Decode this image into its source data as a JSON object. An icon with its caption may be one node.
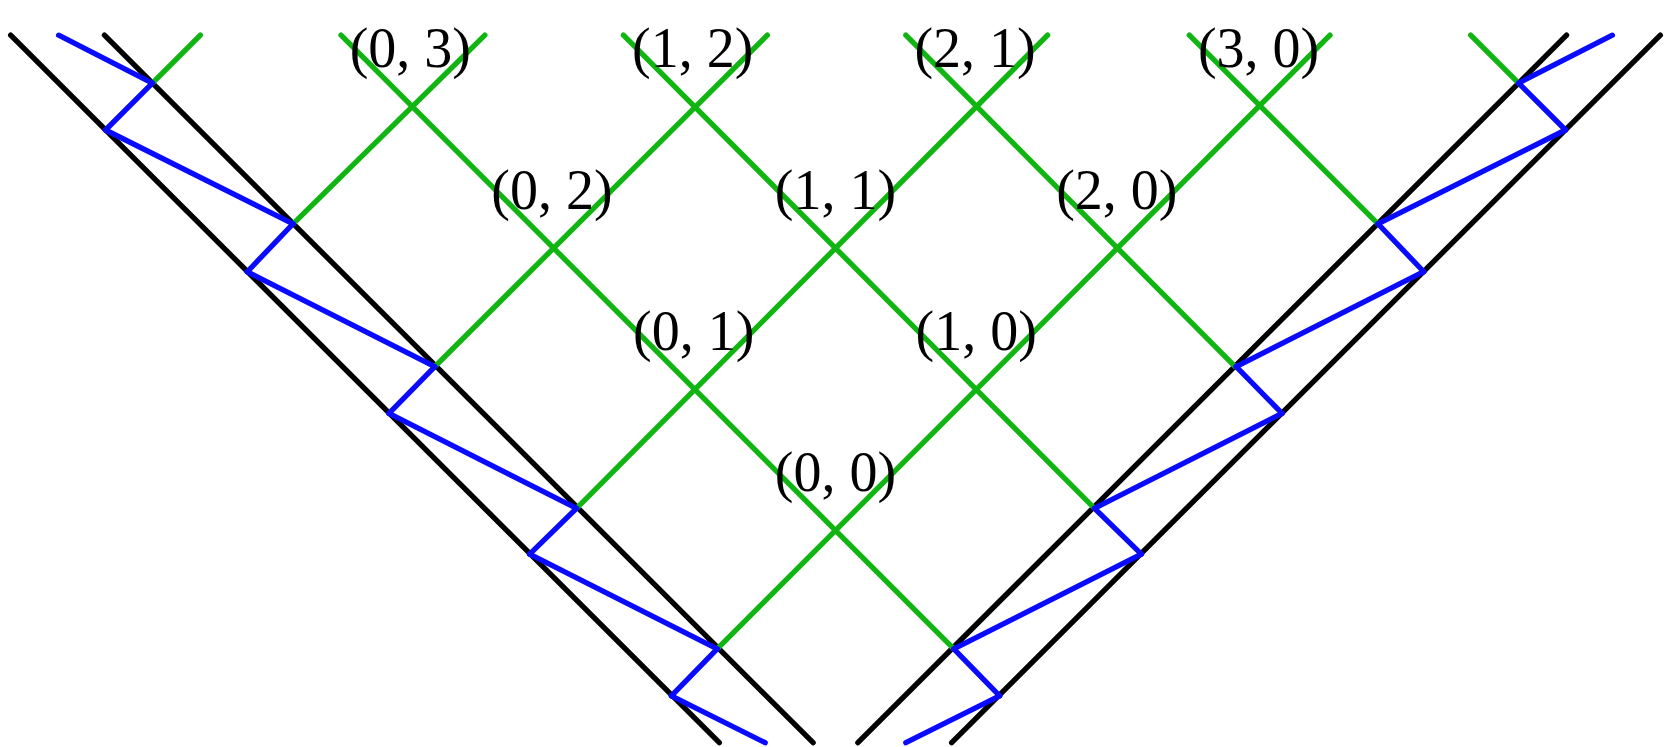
{
  "diagram": {
    "labels": [
      "(0, 3)",
      "(1, 2)",
      "(2, 1)",
      "(3, 0)",
      "(0, 2)",
      "(1, 1)",
      "(2, 0)",
      "(0, 1)",
      "(1, 0)",
      "(0, 0)"
    ]
  }
}
